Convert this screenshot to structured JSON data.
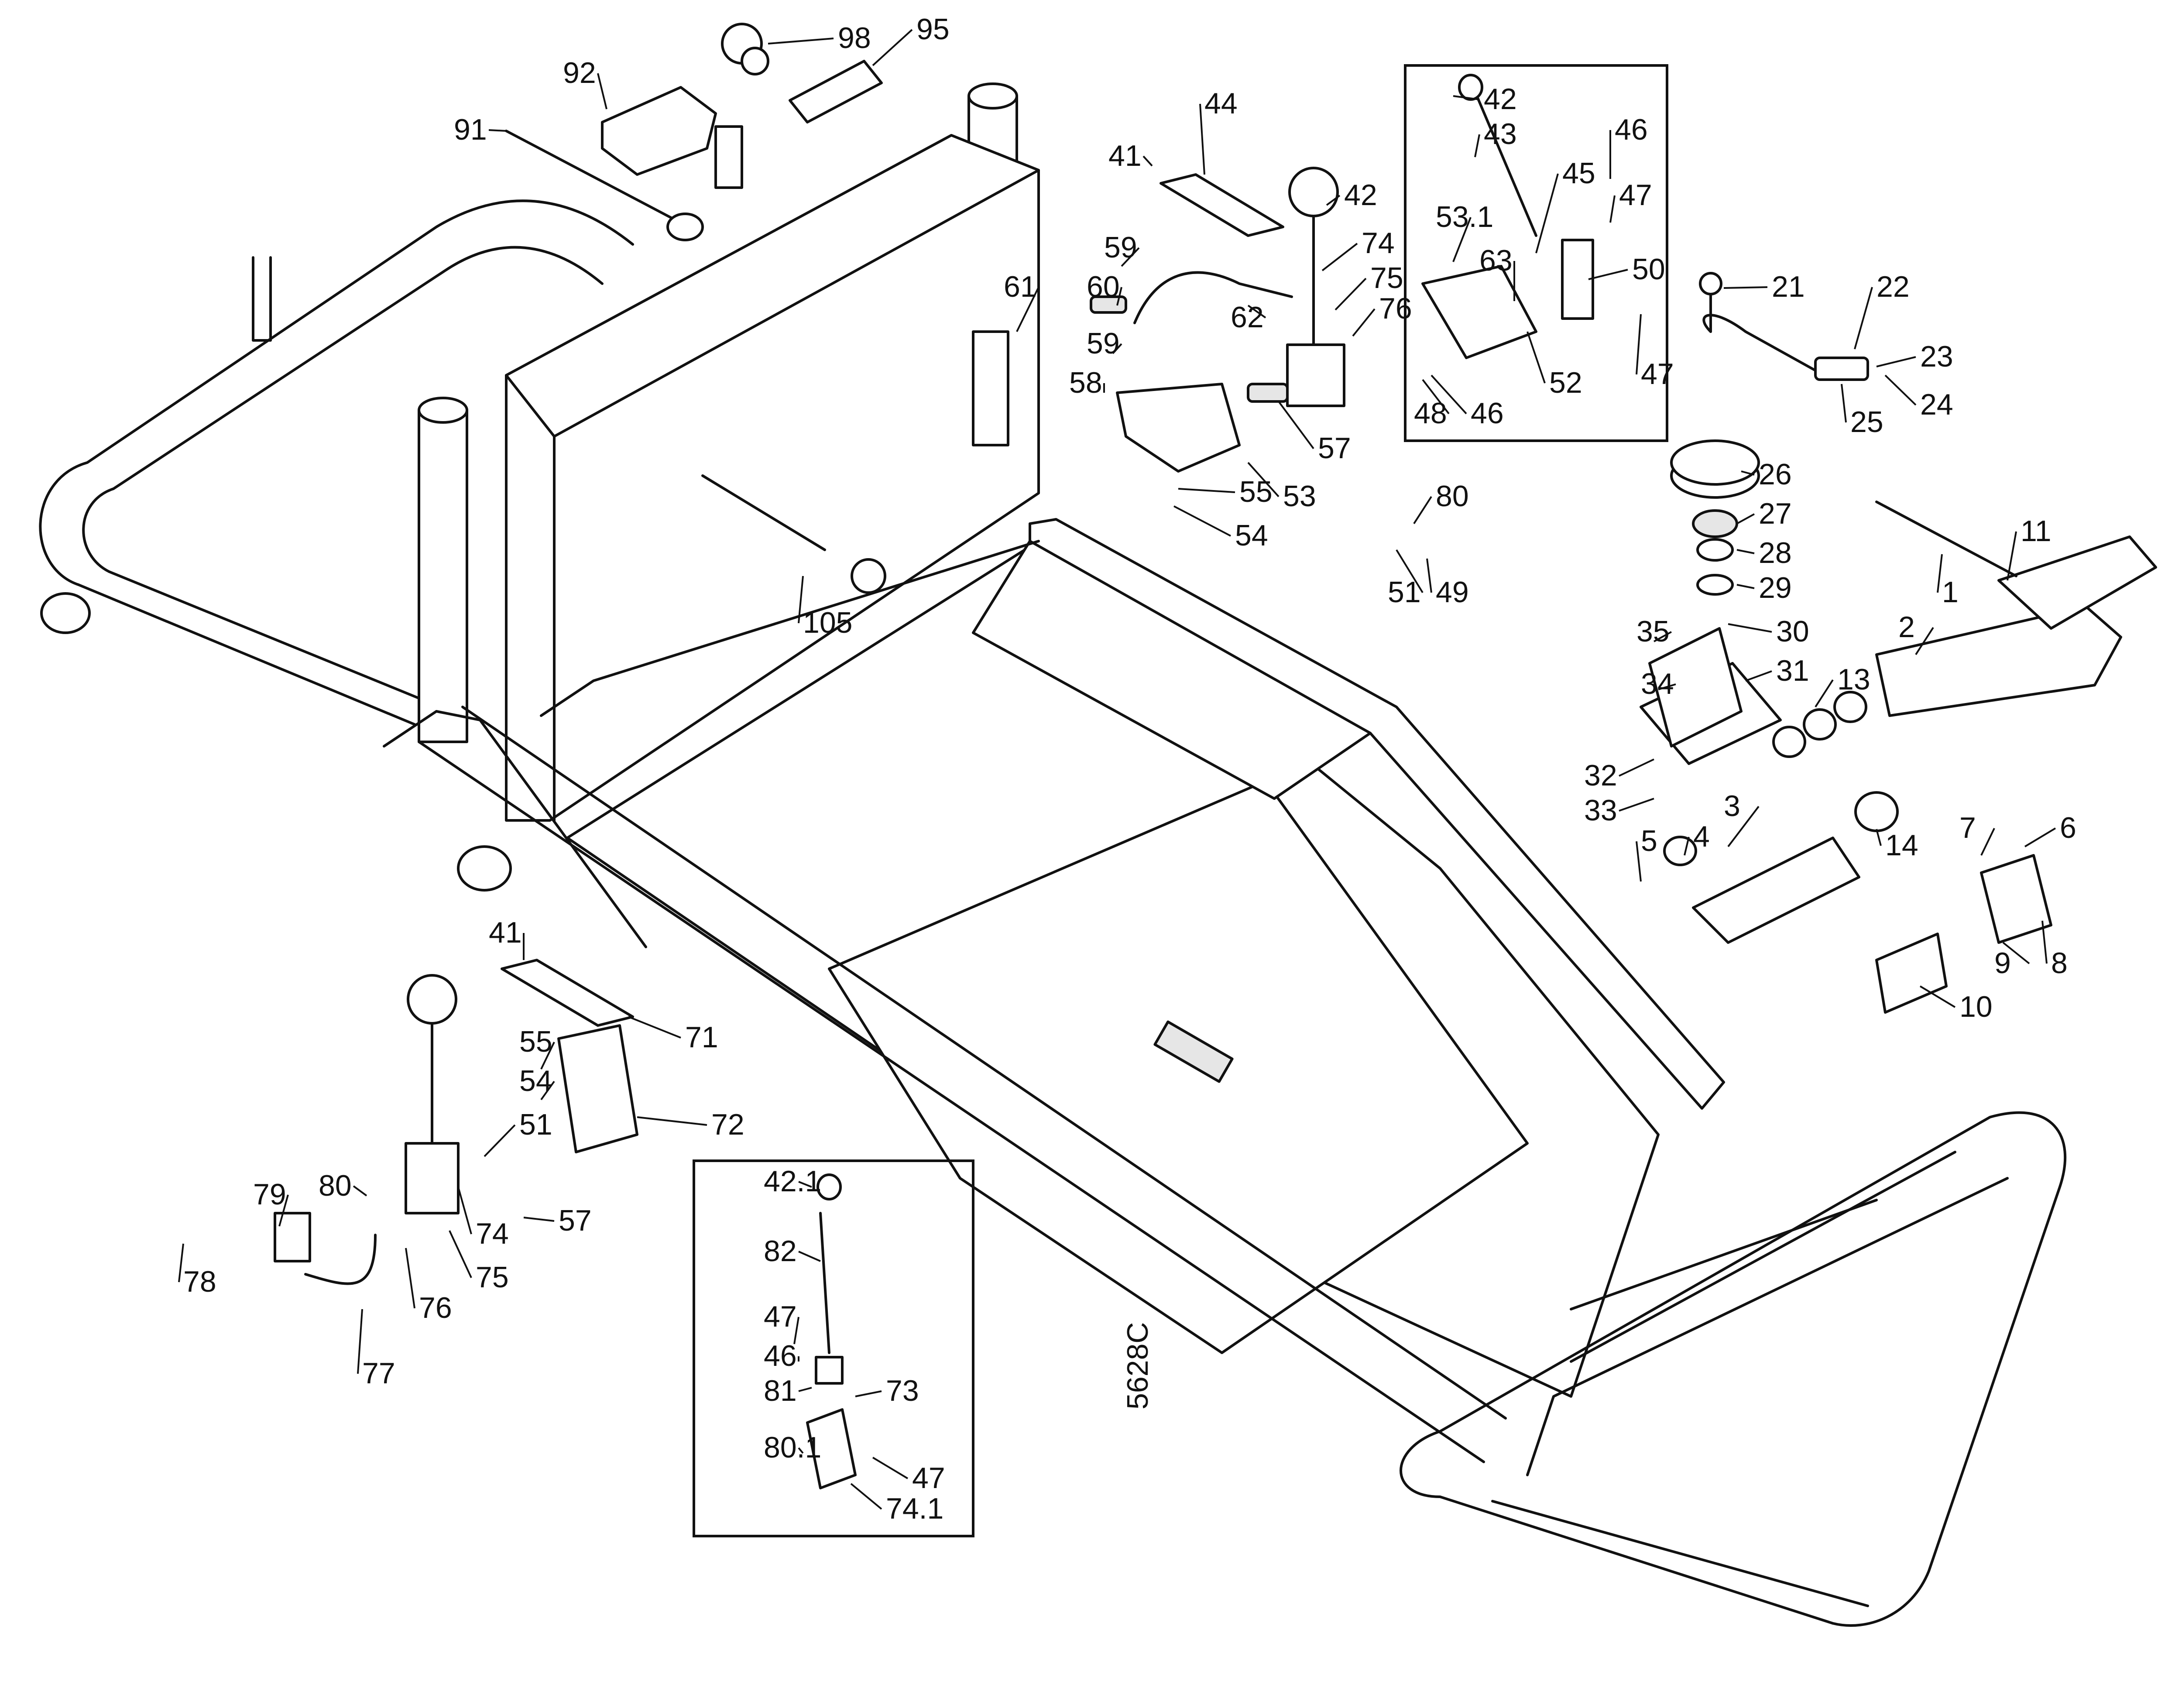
{
  "drawing": {
    "id_label": "5628C",
    "callouts": [
      "42",
      "43",
      "46",
      "47",
      "45",
      "53.1",
      "63",
      "50",
      "48",
      "46",
      "52",
      "47",
      "44",
      "41",
      "42",
      "74",
      "75",
      "76",
      "59",
      "60",
      "62",
      "61",
      "59",
      "58",
      "57",
      "55",
      "53",
      "54",
      "91",
      "92",
      "98",
      "95",
      "105",
      "80",
      "51",
      "49",
      "21",
      "22",
      "23",
      "24",
      "25",
      "26",
      "27",
      "28",
      "29",
      "30",
      "31",
      "32",
      "33",
      "34",
      "35",
      "11",
      "1",
      "2",
      "13",
      "14",
      "3",
      "4",
      "5",
      "7",
      "6",
      "9",
      "8",
      "10",
      "41",
      "71",
      "55",
      "54",
      "72",
      "51",
      "80",
      "79",
      "78",
      "57",
      "74",
      "75",
      "76",
      "77",
      "42.1",
      "82",
      "47",
      "46",
      "81",
      "73",
      "80.1",
      "47",
      "74.1"
    ]
  },
  "colors": {
    "line": "#111111",
    "background": "#ffffff"
  }
}
